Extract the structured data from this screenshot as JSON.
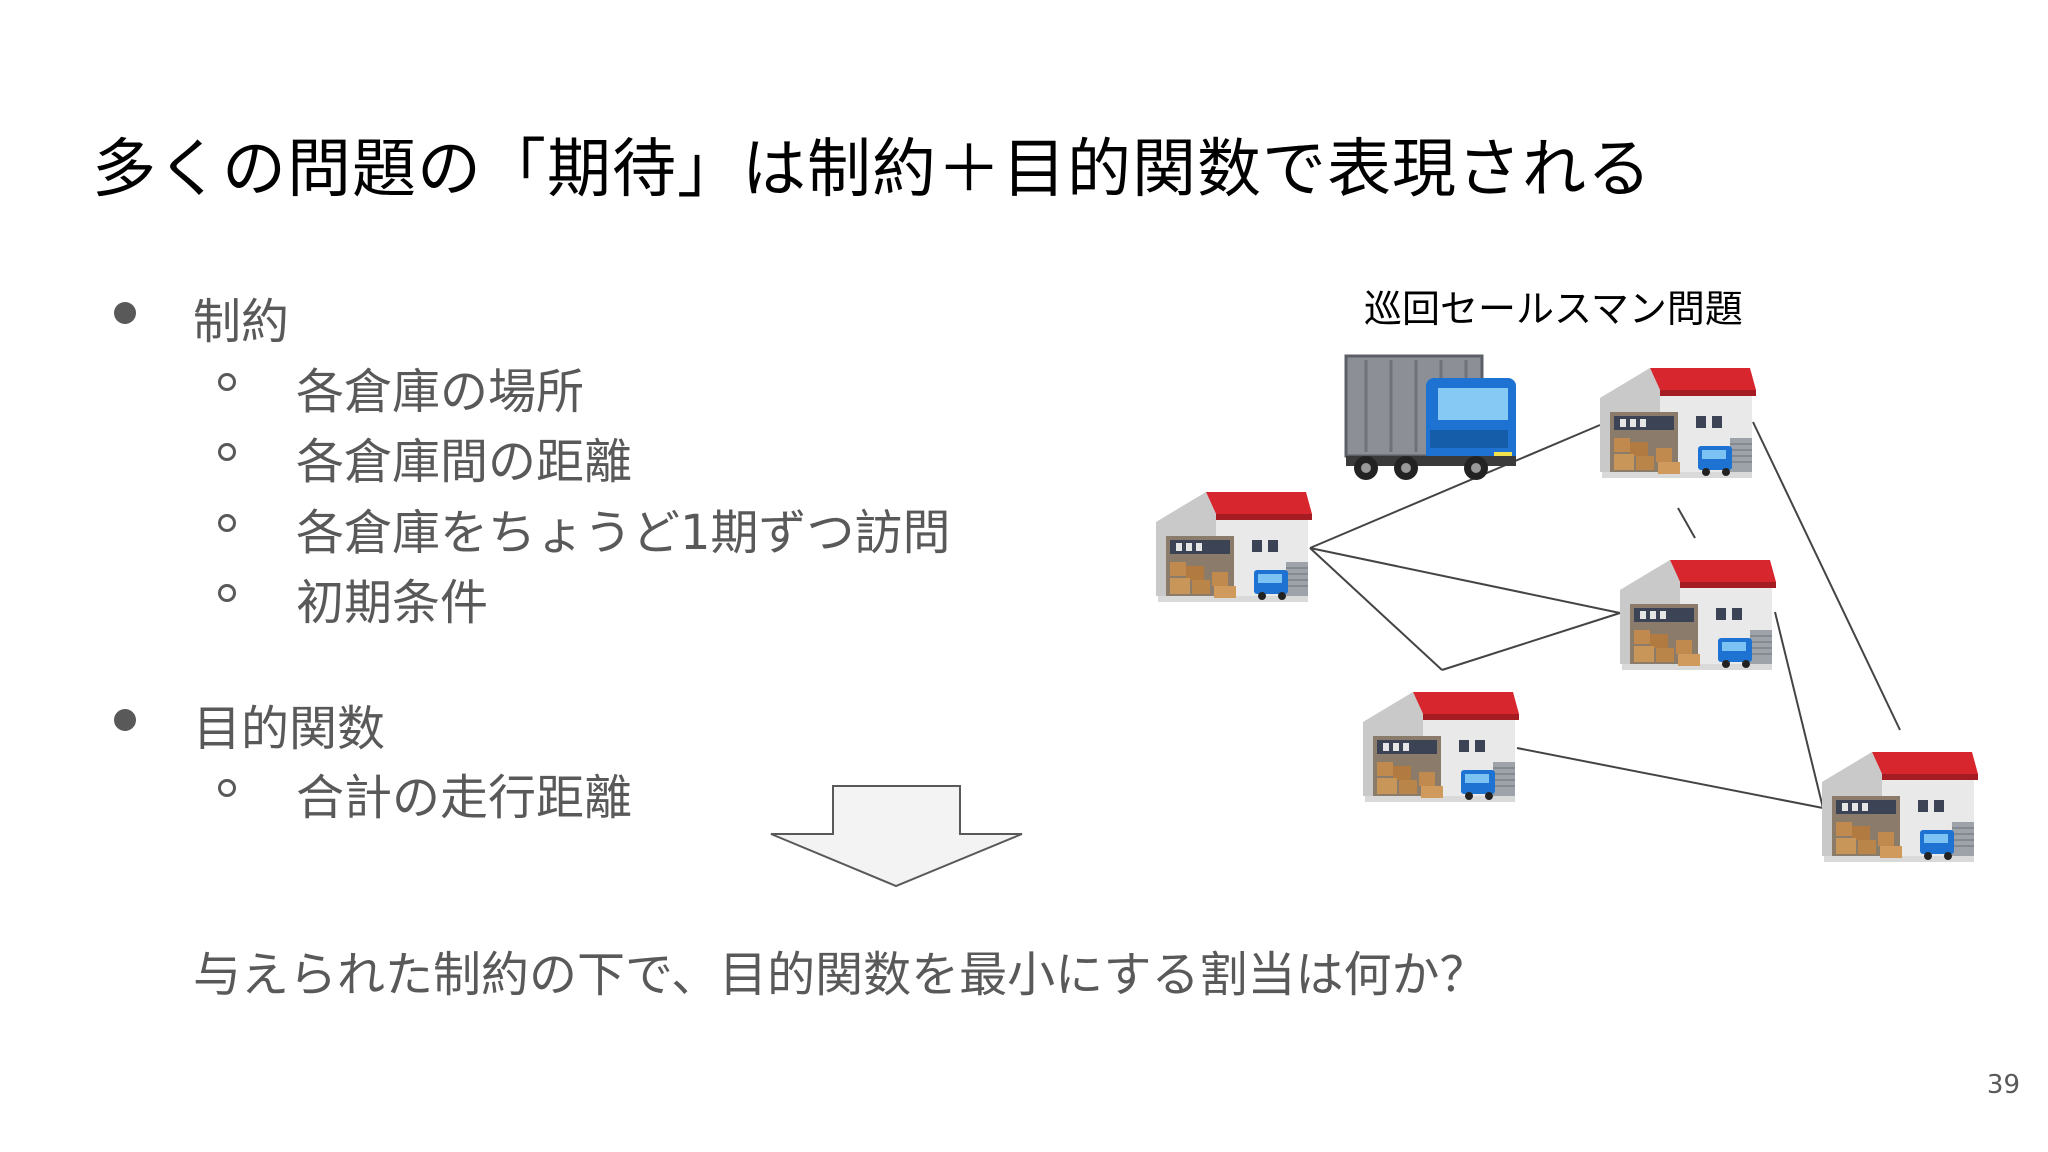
{
  "slide": {
    "title": "多くの問題の「期待」は制約＋目的関数で表現される",
    "sections": [
      {
        "label": "制約",
        "items": [
          "各倉庫の場所",
          "各倉庫間の距離",
          "各倉庫をちょうど1期ずつ訪問",
          "初期条件"
        ]
      },
      {
        "label": "目的関数",
        "items": [
          "合計の走行距離"
        ]
      }
    ],
    "conclusion": "与えられた制約の下で、目的関数を最小にする割当は何か？",
    "illustration": {
      "label": "巡回セールスマン問題",
      "icons": [
        "truck-icon",
        "warehouse-icon"
      ]
    },
    "page_number": "39"
  }
}
